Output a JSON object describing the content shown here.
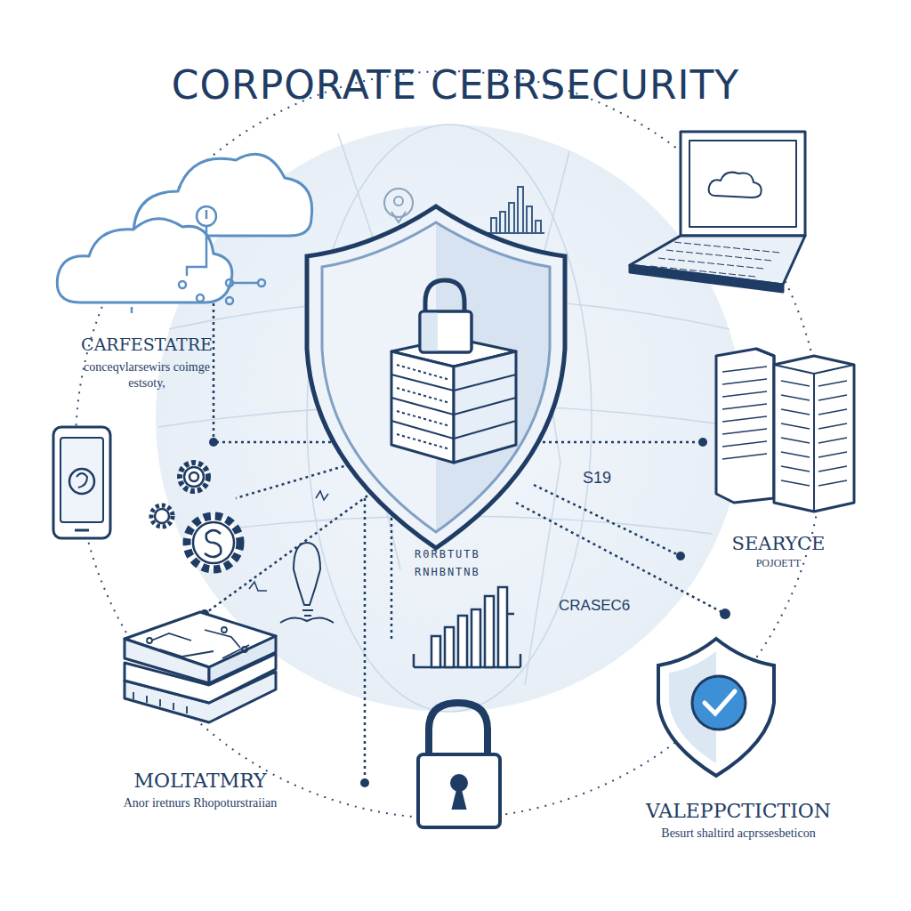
{
  "diagram": {
    "title": "CORPORATE CEBRSECURITY",
    "labels": [
      "CARFESTATRE",
      "conceqvlarsewirs coimge estsoty,",
      "S19",
      "SEARYCE",
      "POJOETT",
      "CRASEC6",
      "R0RBTUTB",
      "RNHBNTNB",
      "MOLTATMRY",
      "Anor iretnurs Rhopoturstraiian",
      "VALEPPCTICTION",
      "Besurt shaltird acprssesbeticon"
    ]
  }
}
